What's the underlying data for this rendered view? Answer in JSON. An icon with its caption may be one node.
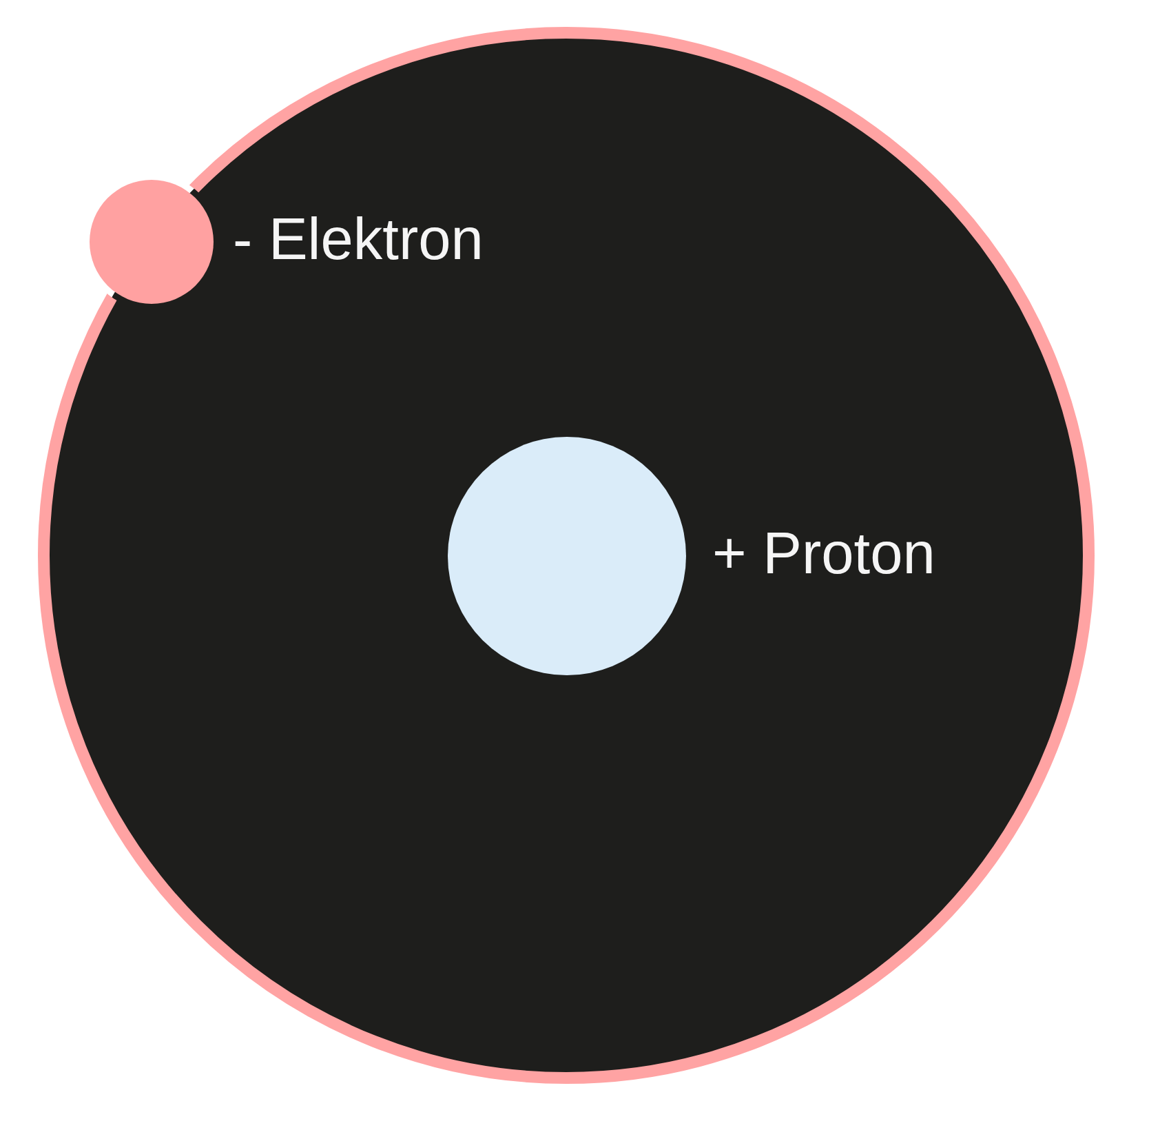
{
  "diagram": {
    "nodes": [
      {
        "text": [],
        "shape": "circle"
      },
      {
        "text": [
          "- Elektron"
        ],
        "in": 0
      },
      {
        "text": [
          "+ Proton"
        ],
        "in": 0
      }
    ]
  }
}
